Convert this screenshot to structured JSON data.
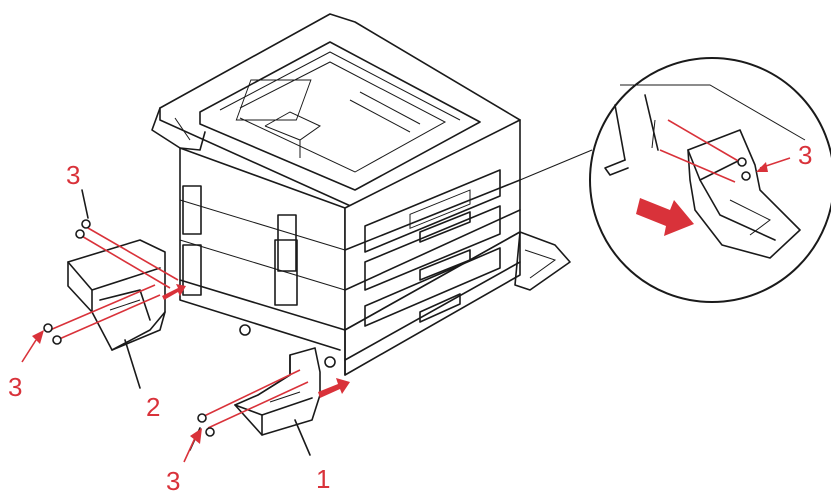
{
  "callouts": {
    "part_1": "1",
    "part_2": "2",
    "screw_a": "3",
    "screw_b": "3",
    "screw_c": "3",
    "screw_d": "3"
  },
  "colors": {
    "callout": "#d9323a",
    "line": "#1a1a1a",
    "background": "#ffffff"
  }
}
